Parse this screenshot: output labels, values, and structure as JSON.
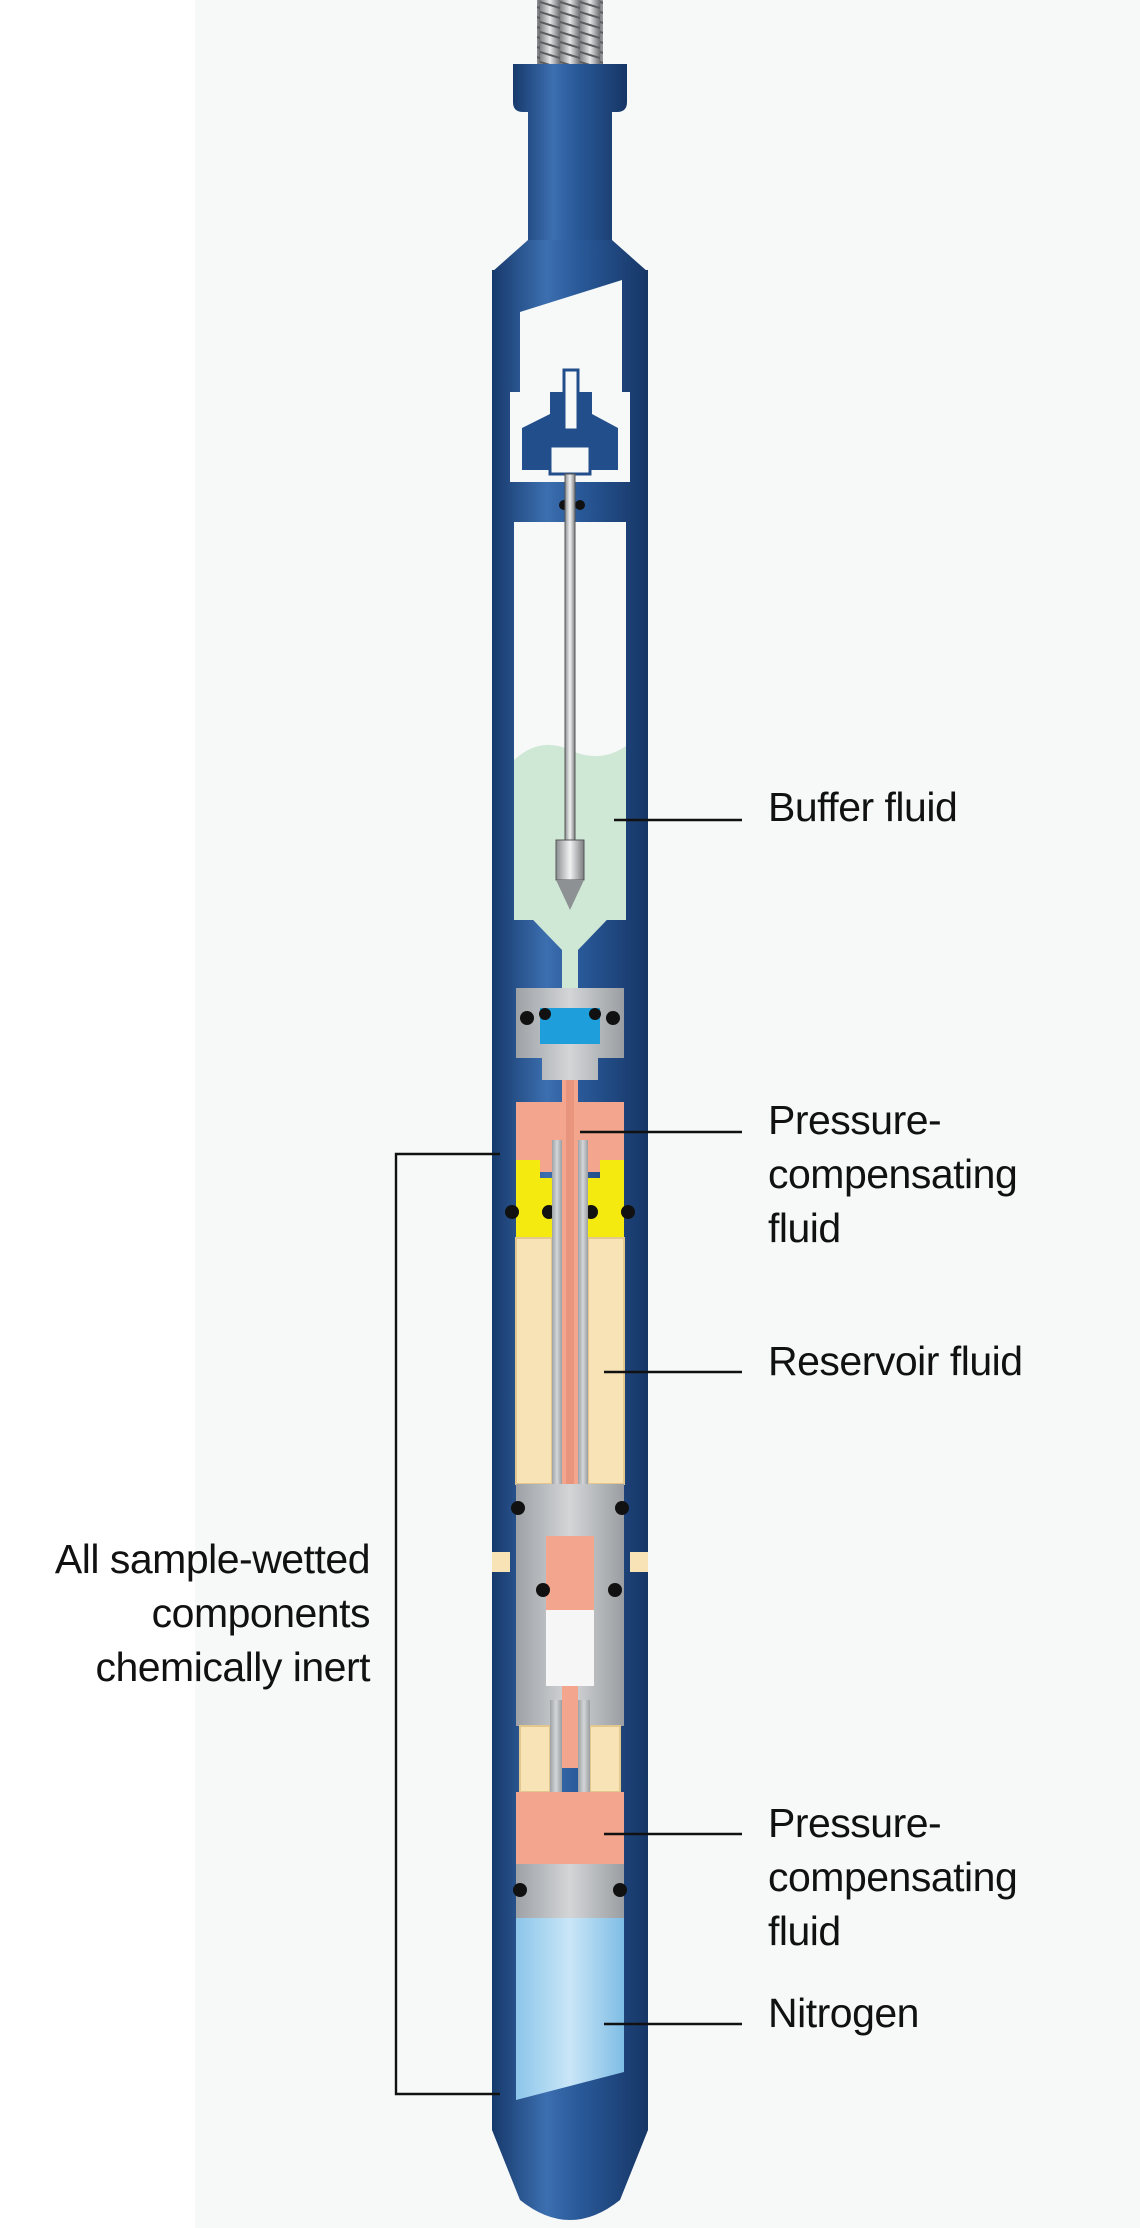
{
  "labels": {
    "buffer_fluid": "Buffer fluid",
    "pressure_compensating_fluid_upper": "Pressure-\ncompensating\nfluid",
    "reservoir_fluid": "Reservoir fluid",
    "pressure_compensating_fluid_lower": "Pressure-\ncompensating\nfluid",
    "nitrogen": "Nitrogen",
    "sample_wetted_note": "All sample-wetted\ncomponents\nchemically inert"
  },
  "colors": {
    "tool_body": "#234e8c",
    "buffer_fluid": "#cfe8d6",
    "pressure_compensating_fluid": "#f3a58e",
    "reservoir_fluid": "#f7e3b6",
    "nitrogen": "#9fd0ee",
    "seal": "#f5ea10",
    "internal_metal": "#b9bdc0",
    "piston_blue": "#1e9fdc"
  }
}
